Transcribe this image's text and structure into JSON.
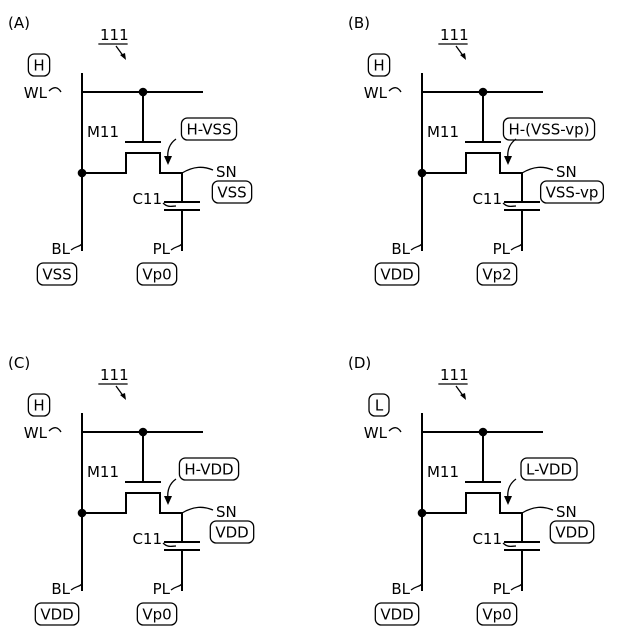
{
  "panels": [
    {
      "id": "A",
      "panel_label": "(A)",
      "figure_ref": "111",
      "word_line": {
        "label": "WL",
        "level": "H"
      },
      "transistor": {
        "label": "M11",
        "gate_drive": "H-VSS"
      },
      "storage_node": {
        "label": "SN",
        "level": "VSS"
      },
      "capacitor": {
        "label": "C11"
      },
      "plate_line": {
        "label": "PL",
        "level": "Vp0"
      },
      "bit_line": {
        "label": "BL",
        "level": "VSS"
      }
    },
    {
      "id": "B",
      "panel_label": "(B)",
      "figure_ref": "111",
      "word_line": {
        "label": "WL",
        "level": "H"
      },
      "transistor": {
        "label": "M11",
        "gate_drive": "H-(VSS-vp)"
      },
      "storage_node": {
        "label": "SN",
        "level": "VSS-vp"
      },
      "capacitor": {
        "label": "C11"
      },
      "plate_line": {
        "label": "PL",
        "level": "Vp2"
      },
      "bit_line": {
        "label": "BL",
        "level": "VDD"
      }
    },
    {
      "id": "C",
      "panel_label": "(C)",
      "figure_ref": "111",
      "word_line": {
        "label": "WL",
        "level": "H"
      },
      "transistor": {
        "label": "M11",
        "gate_drive": "H-VDD"
      },
      "storage_node": {
        "label": "SN",
        "level": "VDD"
      },
      "capacitor": {
        "label": "C11"
      },
      "plate_line": {
        "label": "PL",
        "level": "Vp0"
      },
      "bit_line": {
        "label": "BL",
        "level": "VDD"
      }
    },
    {
      "id": "D",
      "panel_label": "(D)",
      "figure_ref": "111",
      "word_line": {
        "label": "WL",
        "level": "L"
      },
      "transistor": {
        "label": "M11",
        "gate_drive": "L-VDD"
      },
      "storage_node": {
        "label": "SN",
        "level": "VDD"
      },
      "capacitor": {
        "label": "C11"
      },
      "plate_line": {
        "label": "PL",
        "level": "Vp0"
      },
      "bit_line": {
        "label": "BL",
        "level": "VDD"
      }
    }
  ]
}
